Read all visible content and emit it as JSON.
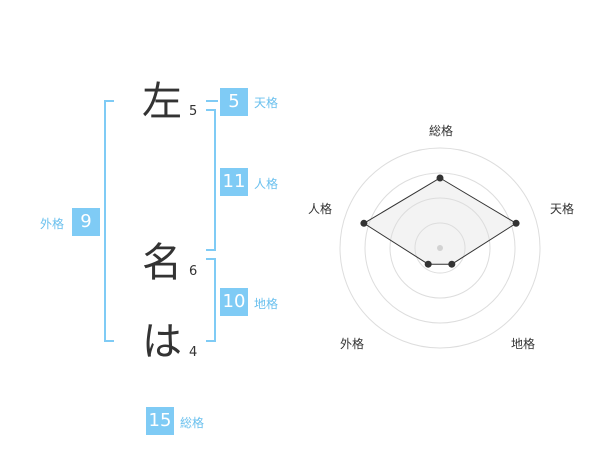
{
  "name_chars": [
    {
      "char": "左",
      "strokes": "5"
    },
    {
      "char": "名",
      "strokes": "6"
    },
    {
      "char": "は",
      "strokes": "4"
    }
  ],
  "kakusu": {
    "tenkaku": {
      "value": "5",
      "label": "天格"
    },
    "jinkaku": {
      "value": "11",
      "label": "人格"
    },
    "chikaku": {
      "value": "10",
      "label": "地格"
    },
    "gaikaku": {
      "value": "9",
      "label": "外格"
    },
    "soukaku": {
      "value": "15",
      "label": "総格"
    }
  },
  "colors": {
    "accent": "#7fcbf5",
    "label": "#6ac0ee",
    "text": "#333333"
  },
  "chart_data": {
    "type": "radar",
    "axes": [
      "総格",
      "天格",
      "地格",
      "外格",
      "人格"
    ],
    "values": [
      0.7,
      0.8,
      0.2,
      0.2,
      0.8
    ],
    "rings": 4
  }
}
